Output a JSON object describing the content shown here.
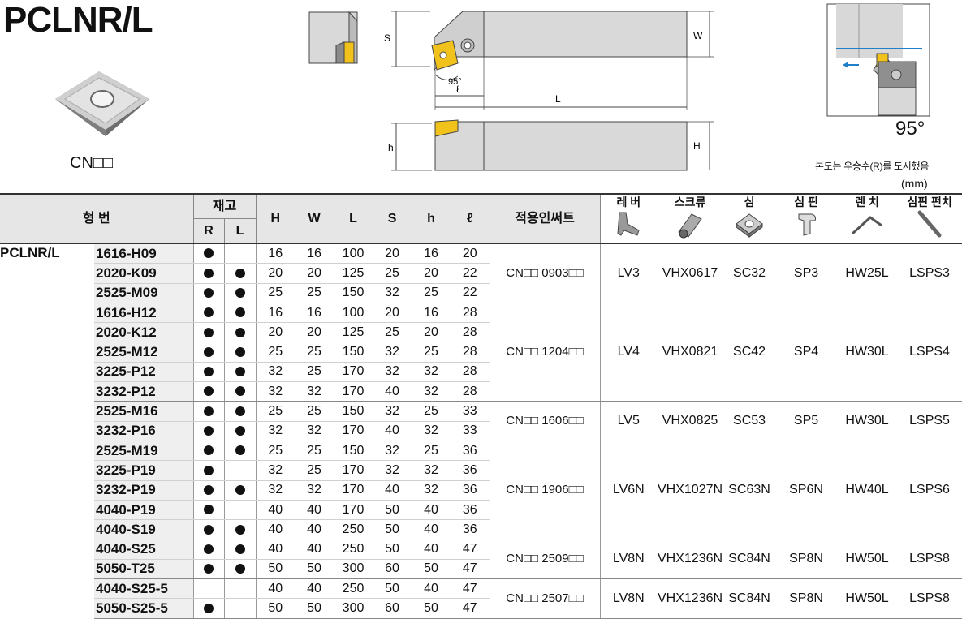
{
  "title": "PCLNR/L",
  "insert_caption": "CN□□",
  "angle_label": "95°",
  "note": "본도는 우승수(R)를 도시했음",
  "unit": "(mm)",
  "diagram": {
    "S": "S",
    "W": "W",
    "L": "L",
    "l": "ℓ",
    "h": "h",
    "H": "H",
    "angle": "95°"
  },
  "headers": {
    "model": "형   번",
    "stock": "재고",
    "R": "R",
    "Lh": "L",
    "H": "H",
    "W": "W",
    "L": "L",
    "S": "S",
    "h": "h",
    "l": "ℓ",
    "insert": "적용인써트",
    "lever": "레 버",
    "screw": "스크류",
    "shim": "심",
    "shim_pin": "심 핀",
    "wrench": "렌 치",
    "pin_punch": "심핀 펀치"
  },
  "series": "PCLNR/L",
  "rows": [
    {
      "model": "1616-H09",
      "R": true,
      "L": false,
      "H": "16",
      "W": "16",
      "Ld": "100",
      "S": "20",
      "h": "16",
      "l": "20"
    },
    {
      "model": "2020-K09",
      "R": true,
      "L": true,
      "H": "20",
      "W": "20",
      "Ld": "125",
      "S": "25",
      "h": "20",
      "l": "22"
    },
    {
      "model": "2525-M09",
      "R": true,
      "L": true,
      "H": "25",
      "W": "25",
      "Ld": "150",
      "S": "32",
      "h": "25",
      "l": "22"
    },
    {
      "model": "1616-H12",
      "R": true,
      "L": true,
      "H": "16",
      "W": "16",
      "Ld": "100",
      "S": "20",
      "h": "16",
      "l": "28"
    },
    {
      "model": "2020-K12",
      "R": true,
      "L": true,
      "H": "20",
      "W": "20",
      "Ld": "125",
      "S": "25",
      "h": "20",
      "l": "28"
    },
    {
      "model": "2525-M12",
      "R": true,
      "L": true,
      "H": "25",
      "W": "25",
      "Ld": "150",
      "S": "32",
      "h": "25",
      "l": "28"
    },
    {
      "model": "3225-P12",
      "R": true,
      "L": true,
      "H": "32",
      "W": "25",
      "Ld": "170",
      "S": "32",
      "h": "32",
      "l": "28"
    },
    {
      "model": "3232-P12",
      "R": true,
      "L": true,
      "H": "32",
      "W": "32",
      "Ld": "170",
      "S": "40",
      "h": "32",
      "l": "28"
    },
    {
      "model": "2525-M16",
      "R": true,
      "L": true,
      "H": "25",
      "W": "25",
      "Ld": "150",
      "S": "32",
      "h": "25",
      "l": "33"
    },
    {
      "model": "3232-P16",
      "R": true,
      "L": true,
      "H": "32",
      "W": "32",
      "Ld": "170",
      "S": "40",
      "h": "32",
      "l": "33"
    },
    {
      "model": "2525-M19",
      "R": true,
      "L": true,
      "H": "25",
      "W": "25",
      "Ld": "150",
      "S": "32",
      "h": "25",
      "l": "36"
    },
    {
      "model": "3225-P19",
      "R": true,
      "L": false,
      "H": "32",
      "W": "25",
      "Ld": "170",
      "S": "32",
      "h": "32",
      "l": "36"
    },
    {
      "model": "3232-P19",
      "R": true,
      "L": true,
      "H": "32",
      "W": "32",
      "Ld": "170",
      "S": "40",
      "h": "32",
      "l": "36"
    },
    {
      "model": "4040-P19",
      "R": true,
      "L": false,
      "H": "40",
      "W": "40",
      "Ld": "170",
      "S": "50",
      "h": "40",
      "l": "36"
    },
    {
      "model": "4040-S19",
      "R": true,
      "L": true,
      "H": "40",
      "W": "40",
      "Ld": "250",
      "S": "50",
      "h": "40",
      "l": "36"
    },
    {
      "model": "4040-S25",
      "R": true,
      "L": true,
      "H": "40",
      "W": "40",
      "Ld": "250",
      "S": "50",
      "h": "40",
      "l": "47"
    },
    {
      "model": "5050-T25",
      "R": true,
      "L": true,
      "H": "50",
      "W": "50",
      "Ld": "300",
      "S": "60",
      "h": "50",
      "l": "47"
    },
    {
      "model": "4040-S25-5",
      "R": false,
      "L": false,
      "H": "40",
      "W": "40",
      "Ld": "250",
      "S": "50",
      "h": "40",
      "l": "47"
    },
    {
      "model": "5050-S25-5",
      "R": true,
      "L": false,
      "H": "50",
      "W": "50",
      "Ld": "300",
      "S": "60",
      "h": "50",
      "l": "47"
    }
  ],
  "groups": [
    {
      "insert": "CN□□ 0903□□",
      "lever": "LV3",
      "screw": "VHX0617",
      "shim": "SC32",
      "pin": "SP3",
      "wrench": "HW25L",
      "punch": "LSPS3"
    },
    {
      "insert": "CN□□ 1204□□",
      "lever": "LV4",
      "screw": "VHX0821",
      "shim": "SC42",
      "pin": "SP4",
      "wrench": "HW30L",
      "punch": "LSPS4"
    },
    {
      "insert": "CN□□ 1606□□",
      "lever": "LV5",
      "screw": "VHX0825",
      "shim": "SC53",
      "pin": "SP5",
      "wrench": "HW30L",
      "punch": "LSPS5"
    },
    {
      "insert": "CN□□ 1906□□",
      "lever": "LV6N",
      "screw": "VHX1027N",
      "shim": "SC63N",
      "pin": "SP6N",
      "wrench": "HW40L",
      "punch": "LSPS6"
    },
    {
      "insert": "CN□□ 2509□□",
      "lever": "LV8N",
      "screw": "VHX1236N",
      "shim": "SC84N",
      "pin": "SP8N",
      "wrench": "HW50L",
      "punch": "LSPS8"
    },
    {
      "insert": "CN□□ 2507□□",
      "lever": "LV8N",
      "screw": "VHX1236N",
      "shim": "SC84N",
      "pin": "SP8N",
      "wrench": "HW50L",
      "punch": "LSPS8"
    }
  ]
}
